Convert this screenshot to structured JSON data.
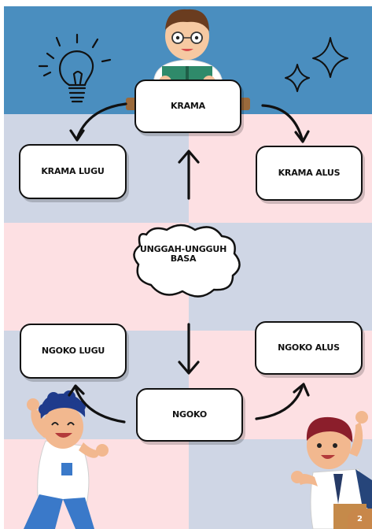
{
  "colors": {
    "top_blue": "#4a8ebf",
    "grey_blue": "#cfd6e5",
    "pink": "#fde0e3",
    "page_badge": "#c8874a"
  },
  "nodes": {
    "krama": "KRAMA",
    "krama_lugu": "KRAMA LUGU",
    "krama_alus": "KRAMA ALUS",
    "center": "UNGGAH-UNGGUH BASA",
    "ngoko": "NGOKO",
    "ngoko_lugu": "NGOKO LUGU",
    "ngoko_alus": "NGOKO ALUS"
  },
  "page_number": "2",
  "illustrations": [
    "student-reading-book",
    "lightbulb-doodle",
    "sparkle-stars",
    "cheering-boy-left",
    "cheering-boy-right"
  ]
}
